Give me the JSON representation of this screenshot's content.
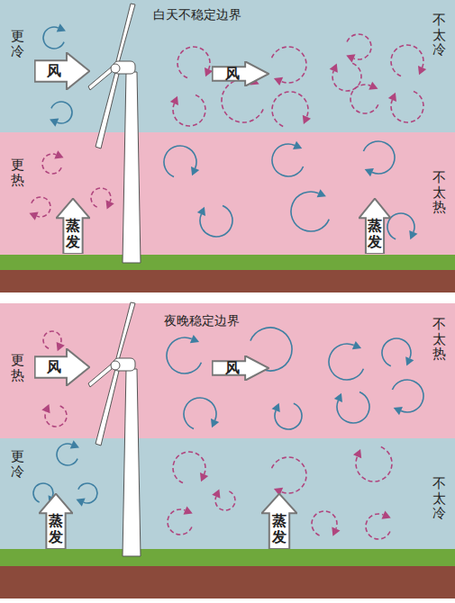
{
  "diagram": {
    "nodes": [
      {
        "text": [
          "更冷",
          "不太冷"
        ]
      },
      {
        "text": [
          "风"
        ],
        "in": 0
      },
      {
        "text": [
          "风"
        ],
        "in": 0
      },
      {
        "text": [
          "更热",
          "不太热"
        ]
      },
      {
        "text": [
          "蒸发"
        ],
        "in": 3
      },
      {
        "text": [
          "蒸发"
        ],
        "in": 3
      },
      {
        "text": [
          "更热",
          "不太热"
        ]
      },
      {
        "text": [
          "风"
        ],
        "in": 6
      },
      {
        "text": [
          "风"
        ],
        "in": 6
      },
      {
        "text": [
          "更冷",
          "不太冷"
        ]
      },
      {
        "text": [
          "蒸发"
        ],
        "in": 9
      },
      {
        "text": [
          "蒸发"
        ],
        "in": 9
      }
    ],
    "labels": [
      "白天不稳定边界",
      "夜晚稳定边界"
    ]
  }
}
